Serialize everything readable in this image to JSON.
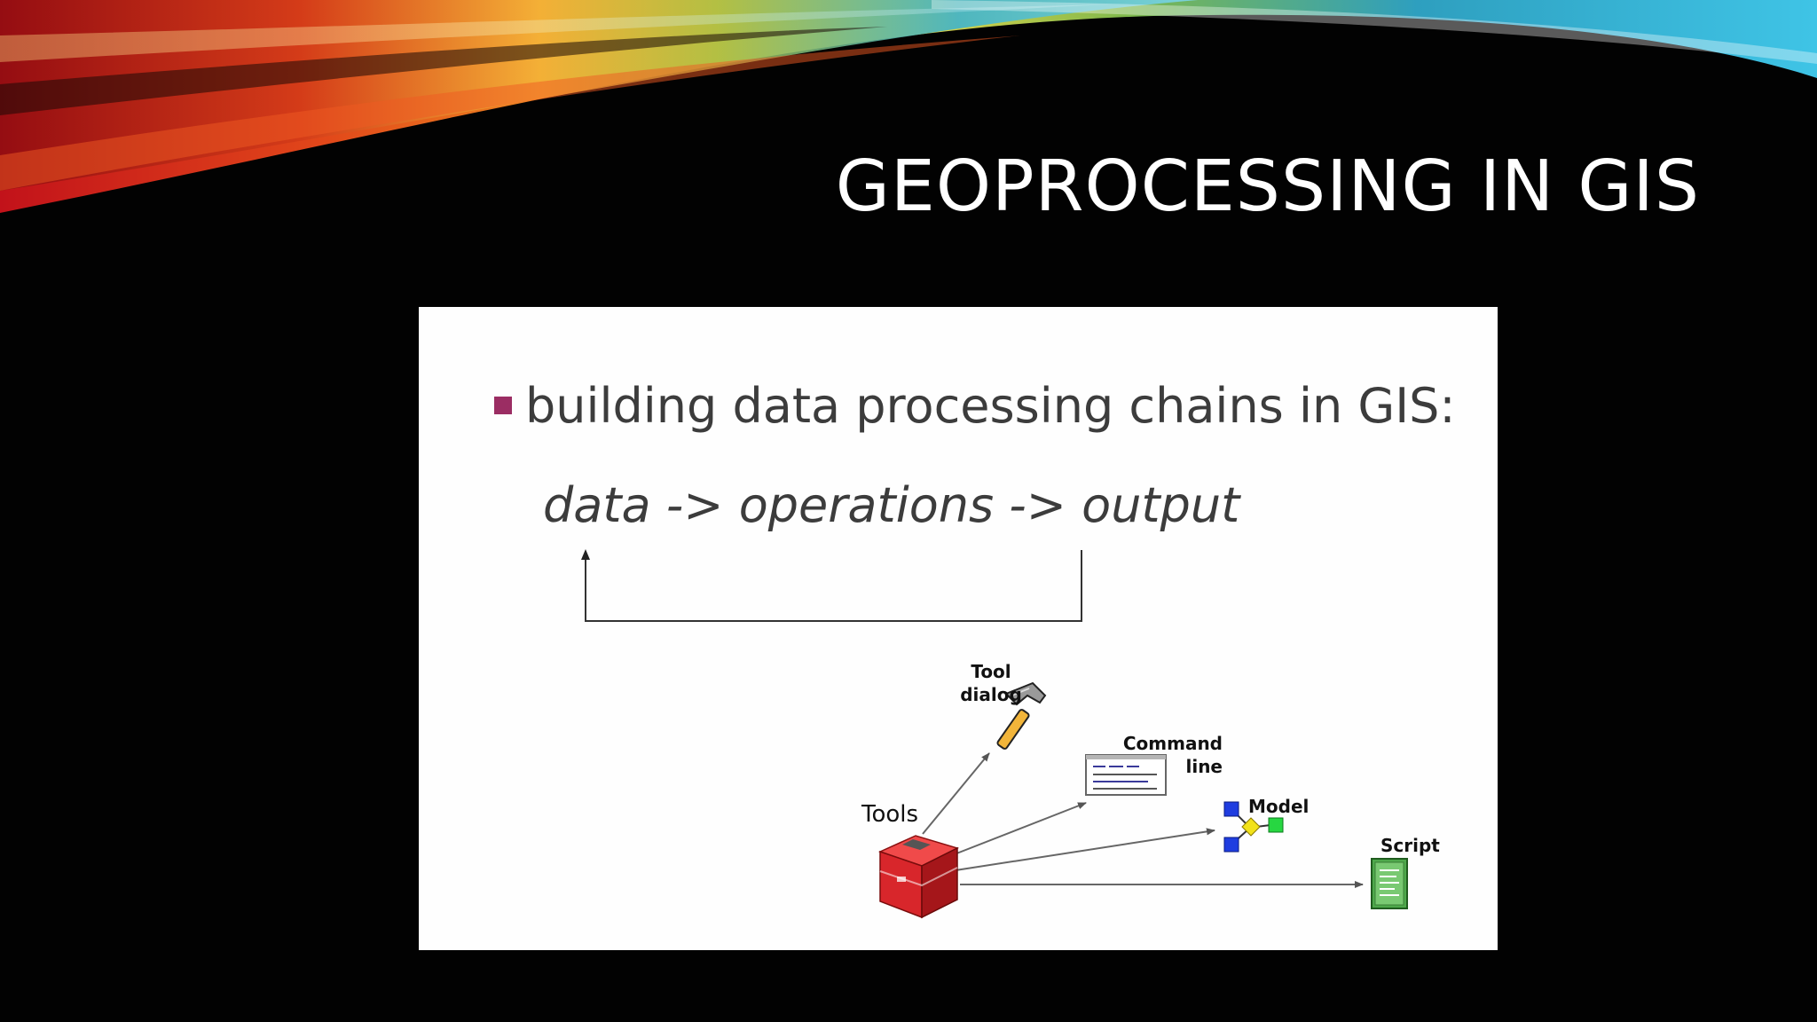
{
  "slide": {
    "title": "GEOPROCESSING IN GIS"
  },
  "content": {
    "bullet": "building data processing chains in GIS:",
    "chain": "data -> operations -> output"
  },
  "diagram": {
    "tools_label": "Tools",
    "tool_dialog_label_line1": "Tool",
    "tool_dialog_label_line2": "dialog",
    "command_line_label_line1": "Command",
    "command_line_label_line2": "line",
    "model_label": "Model",
    "script_label": "Script"
  },
  "colors": {
    "background": "#020202",
    "title": "#ffffff",
    "panel": "#fefefe",
    "bullet_marker": "#9b2d63",
    "body_text": "#3c3c3c",
    "toolbox_red": "#d8262b",
    "model_blue": "#1f3de0",
    "model_yellow": "#f2e21a",
    "model_green": "#27d641",
    "script_green": "#4ea84b"
  },
  "icons": {
    "tool_dialog": "hammer-icon",
    "command_line": "command-window-icon",
    "model": "model-flow-icon",
    "script": "script-document-icon",
    "tools": "toolbox-icon"
  }
}
